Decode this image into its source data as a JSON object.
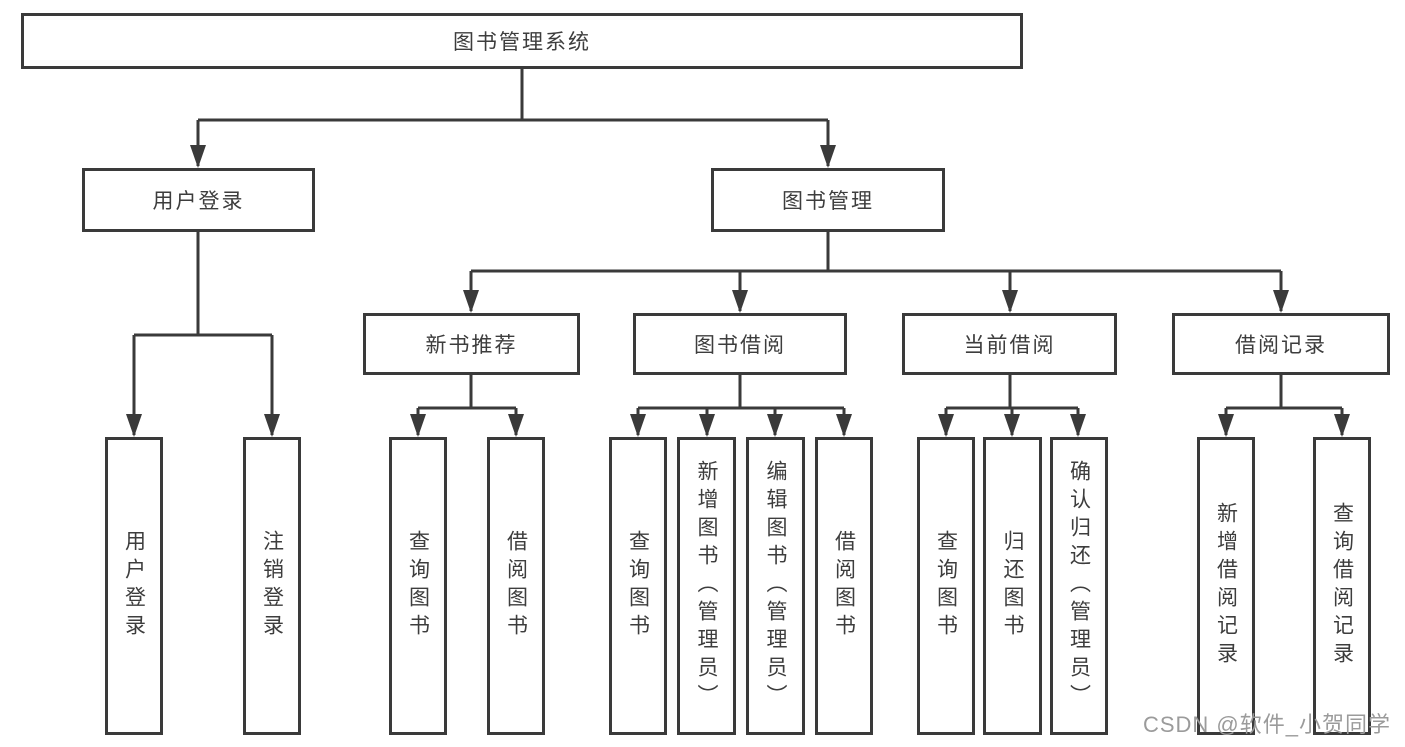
{
  "diagram": {
    "root": {
      "label": "图书管理系统"
    },
    "user_login_branch": {
      "label": "用户登录",
      "leaves": [
        "用户登录",
        "注销登录"
      ]
    },
    "book_mgmt_branch": {
      "label": "图书管理",
      "sections": [
        {
          "label": "新书推荐",
          "leaves": [
            "查询图书",
            "借阅图书"
          ]
        },
        {
          "label": "图书借阅",
          "leaves": [
            "查询图书",
            "新增图书（管理员）",
            "编辑图书（管理员）",
            "借阅图书"
          ]
        },
        {
          "label": "当前借阅",
          "leaves": [
            "查询图书",
            "归还图书",
            "确认归还（管理员）"
          ]
        },
        {
          "label": "借阅记录",
          "leaves": [
            "新增借阅记录",
            "查询借阅记录"
          ]
        }
      ]
    },
    "colors": {
      "line": "#3a3a3a",
      "box_border": "#3a3a3a",
      "text": "#3d3d3d",
      "background": "#ffffff"
    }
  },
  "watermark": {
    "text": "CSDN @软件_小贺同学",
    "color": "#9b9b9b"
  }
}
